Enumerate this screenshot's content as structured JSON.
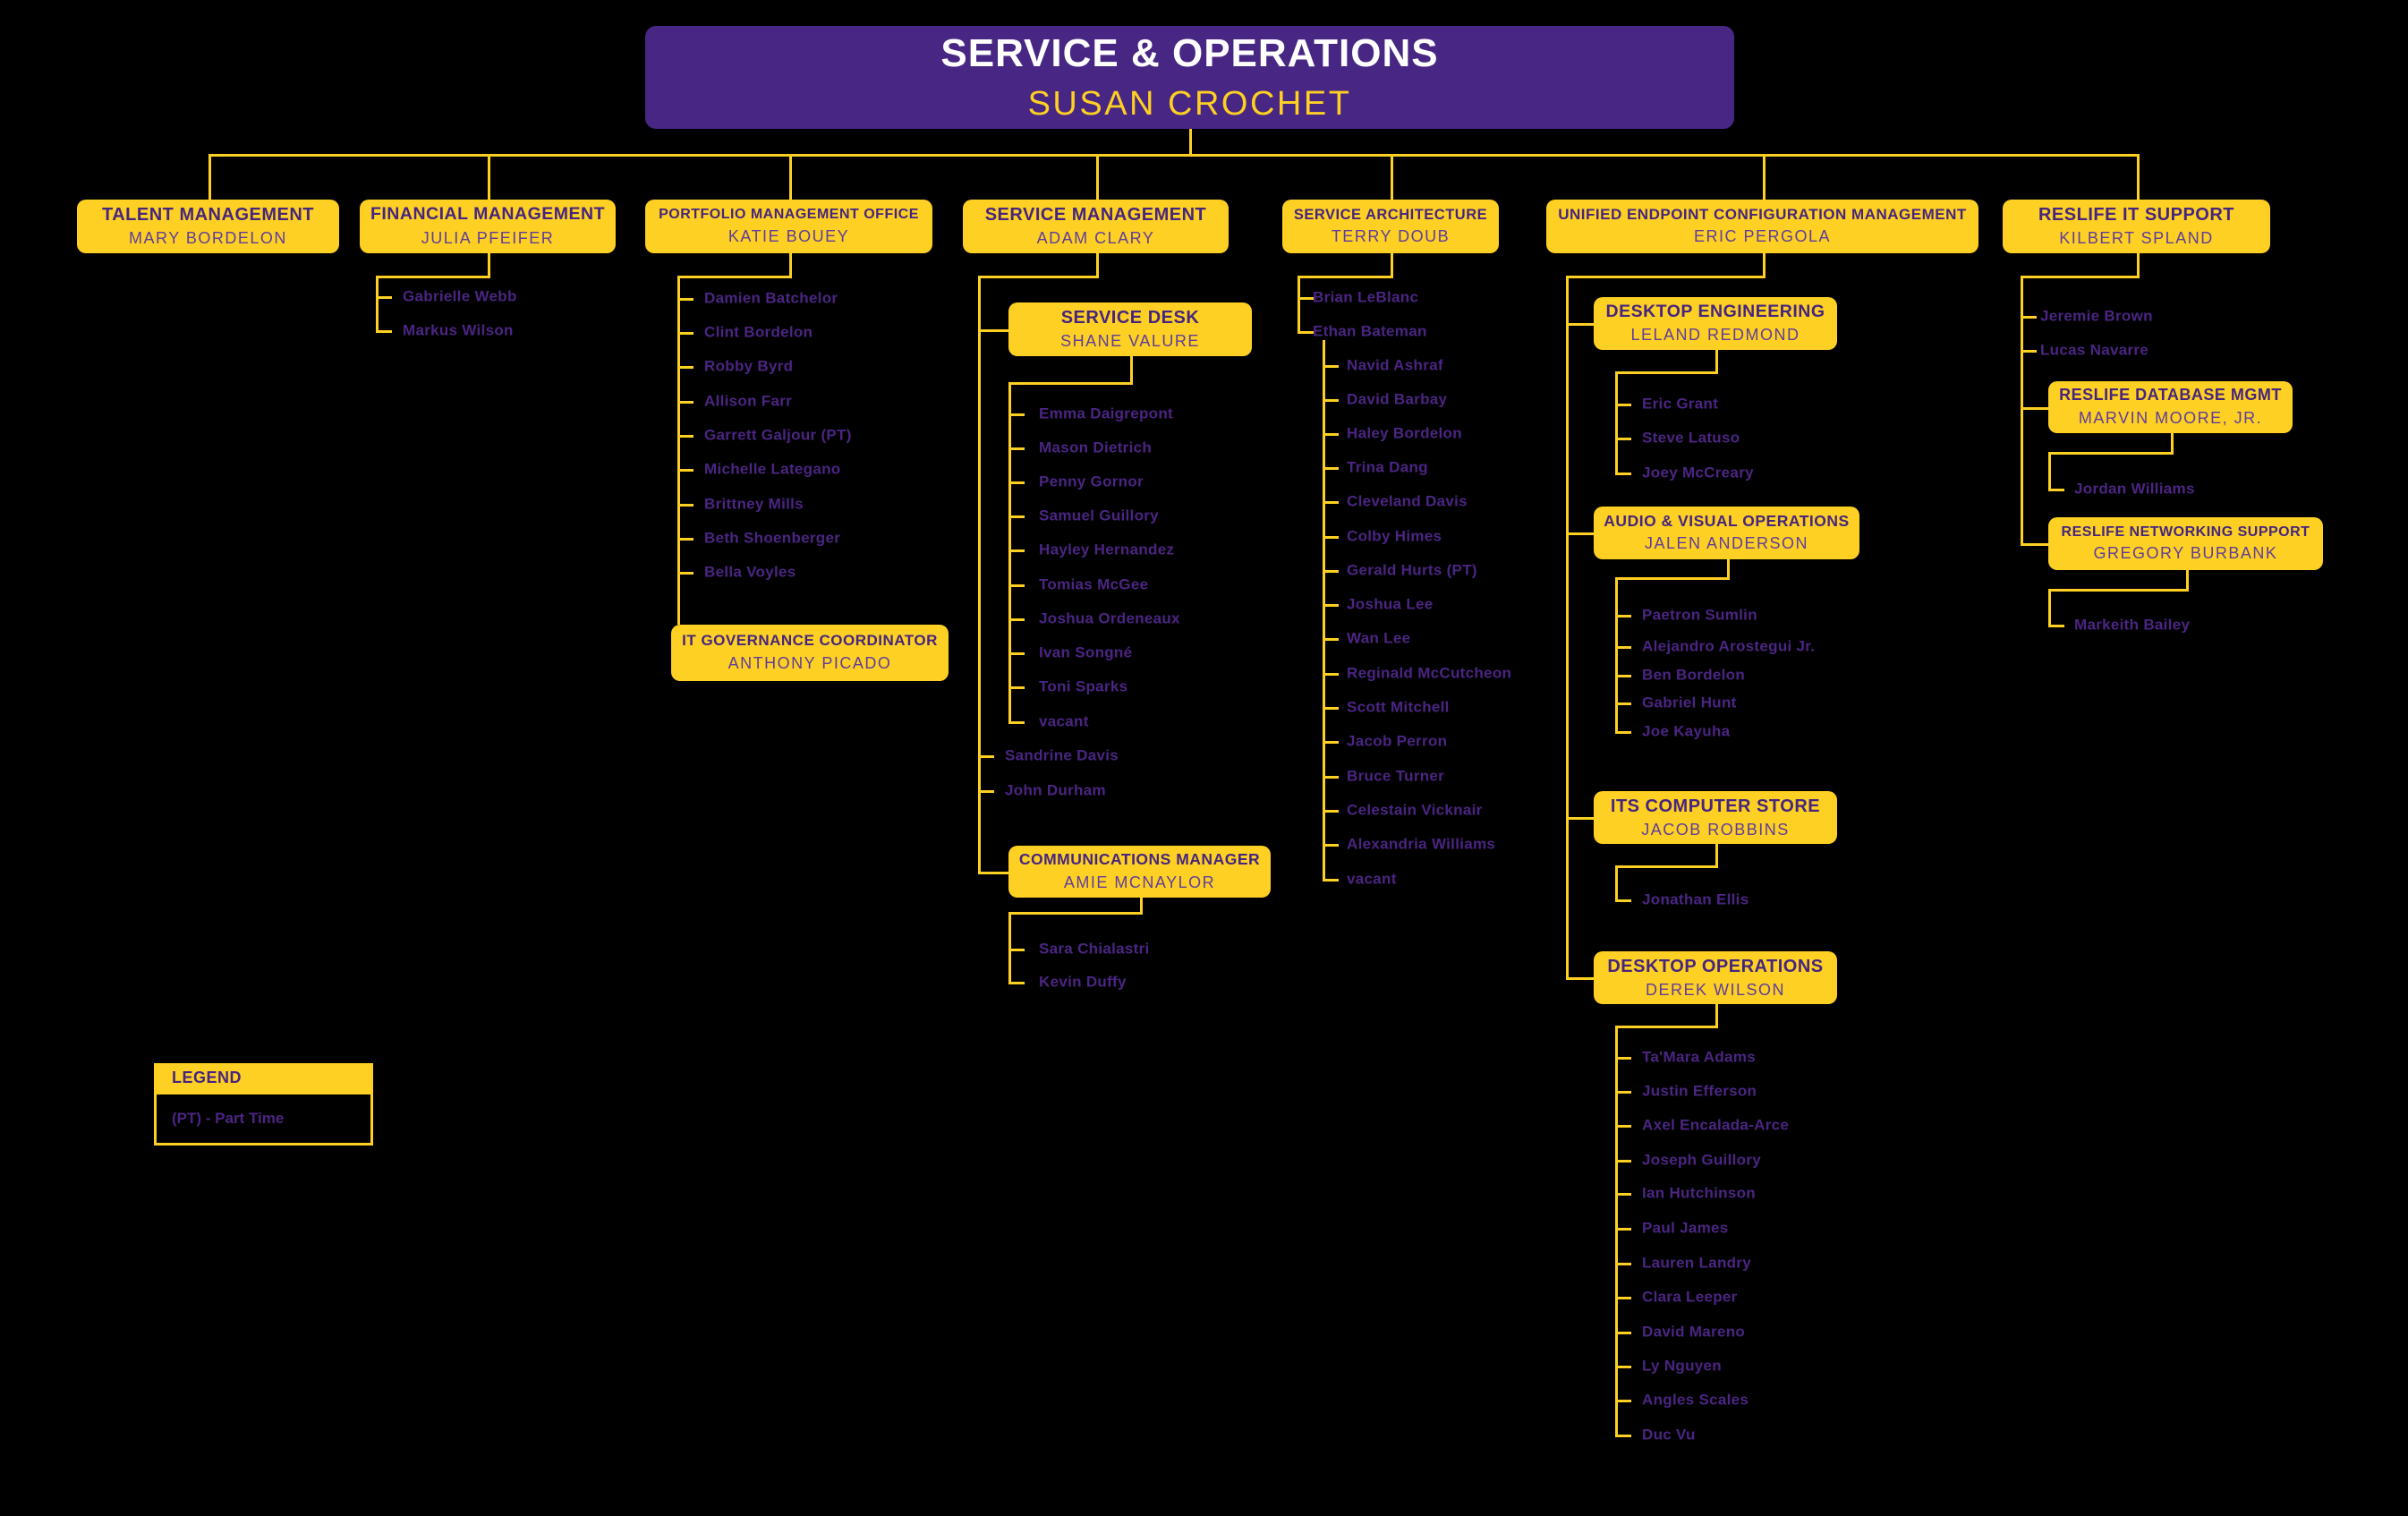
{
  "root": {
    "title": "SERVICE & OPERATIONS",
    "name": "SUSAN CROCHET"
  },
  "legend": {
    "title": "LEGEND",
    "item": "(PT) - Part Time"
  },
  "colors": {
    "background": "#000000",
    "gold": "#FDD023",
    "purple_box": "#482683",
    "box_title_purple": "#46257E",
    "box_name_purple": "#5F3D9C",
    "list_name_purple": "#4B2583",
    "root_title_white": "#FFFFFF"
  },
  "columns": [
    {
      "title": "TALENT MANAGEMENT",
      "name": "MARY BORDELON",
      "children": []
    },
    {
      "title": "FINANCIAL MANAGEMENT",
      "name": "JULIA PFEIFER",
      "children": [
        {
          "label": "Gabrielle Webb"
        },
        {
          "label": "Markus Wilson"
        }
      ]
    },
    {
      "title": "PORTFOLIO MANAGEMENT OFFICE",
      "name": "KATIE BOUEY",
      "children": [
        {
          "label": "Damien Batchelor"
        },
        {
          "label": "Clint Bordelon"
        },
        {
          "label": "Robby Byrd"
        },
        {
          "label": "Allison Farr"
        },
        {
          "label": "Garrett Galjour (PT)"
        },
        {
          "label": "Michelle Lategano"
        },
        {
          "label": "Brittney Mills"
        },
        {
          "label": "Beth Shoenberger"
        },
        {
          "label": "Bella Voyles"
        },
        {
          "title": "IT GOVERNANCE COORDINATOR",
          "name": "ANTHONY PICADO",
          "children": []
        }
      ]
    },
    {
      "title": "SERVICE MANAGEMENT",
      "name": "ADAM CLARY",
      "children": [
        {
          "title": "SERVICE DESK",
          "name": "SHANE VALURE",
          "children": [
            {
              "label": "Emma Daigrepont"
            },
            {
              "label": "Mason Dietrich"
            },
            {
              "label": "Penny Gornor"
            },
            {
              "label": "Samuel Guillory"
            },
            {
              "label": "Hayley Hernandez"
            },
            {
              "label": "Tomias McGee"
            },
            {
              "label": "Joshua Ordeneaux"
            },
            {
              "label": "Ivan Songné"
            },
            {
              "label": "Toni Sparks"
            },
            {
              "label": "vacant"
            }
          ]
        },
        {
          "label": "Sandrine Davis"
        },
        {
          "label": "John Durham"
        },
        {
          "title": "COMMUNICATIONS MANAGER",
          "name": "AMIE MCNAYLOR",
          "children": [
            {
              "label": "Sara Chialastri"
            },
            {
              "label": "Kevin Duffy"
            }
          ]
        }
      ]
    },
    {
      "title": "SERVICE ARCHITECTURE",
      "name": "TERRY DOUB",
      "children": [
        {
          "label": "Brian LeBlanc"
        },
        {
          "label": "Ethan Bateman",
          "children": [
            {
              "label": "Navid Ashraf"
            },
            {
              "label": "David Barbay"
            },
            {
              "label": "Haley Bordelon"
            },
            {
              "label": "Trina Dang"
            },
            {
              "label": "Cleveland Davis"
            },
            {
              "label": "Colby Himes"
            },
            {
              "label": "Gerald Hurts (PT)"
            },
            {
              "label": "Joshua Lee"
            },
            {
              "label": "Wan Lee"
            },
            {
              "label": "Reginald McCutcheon"
            },
            {
              "label": "Scott Mitchell"
            },
            {
              "label": "Jacob Perron"
            },
            {
              "label": "Bruce Turner"
            },
            {
              "label": "Celestain Vicknair"
            },
            {
              "label": "Alexandria Williams"
            },
            {
              "label": "vacant"
            }
          ]
        }
      ]
    },
    {
      "title": "UNIFIED ENDPOINT CONFIGURATION MANAGEMENT",
      "name": "ERIC PERGOLA",
      "children": [
        {
          "title": "DESKTOP ENGINEERING",
          "name": "LELAND REDMOND",
          "children": [
            {
              "label": "Eric Grant"
            },
            {
              "label": "Steve Latuso"
            },
            {
              "label": "Joey McCreary"
            }
          ]
        },
        {
          "title": "AUDIO & VISUAL OPERATIONS",
          "name": "JALEN ANDERSON",
          "children": [
            {
              "label": "Paetron Sumlin"
            },
            {
              "label": "Alejandro Arostegui Jr."
            },
            {
              "label": "Ben Bordelon"
            },
            {
              "label": "Gabriel Hunt"
            },
            {
              "label": "Joe Kayuha"
            }
          ]
        },
        {
          "title": "ITS COMPUTER STORE",
          "name": "JACOB ROBBINS",
          "children": [
            {
              "label": "Jonathan Ellis"
            }
          ]
        },
        {
          "title": "DESKTOP OPERATIONS",
          "name": "DEREK WILSON",
          "children": [
            {
              "label": "Ta'Mara Adams"
            },
            {
              "label": "Justin Efferson"
            },
            {
              "label": "Axel Encalada-Arce"
            },
            {
              "label": "Joseph Guillory"
            },
            {
              "label": "Ian Hutchinson"
            },
            {
              "label": "Paul James"
            },
            {
              "label": "Lauren Landry"
            },
            {
              "label": "Clara Leeper"
            },
            {
              "label": "David Mareno"
            },
            {
              "label": "Ly Nguyen"
            },
            {
              "label": "Angles Scales"
            },
            {
              "label": "Duc Vu"
            }
          ]
        }
      ]
    },
    {
      "title": "RESLIFE IT SUPPORT",
      "name": "KILBERT SPLAND",
      "children": [
        {
          "label": "Jeremie Brown"
        },
        {
          "label": "Lucas Navarre"
        },
        {
          "title": "RESLIFE DATABASE MGMT",
          "name": "MARVIN MOORE, JR.",
          "children": [
            {
              "label": "Jordan Williams"
            }
          ]
        },
        {
          "title": "RESLIFE NETWORKING SUPPORT",
          "name": "GREGORY BURBANK",
          "children": [
            {
              "label": "Markeith Bailey"
            }
          ]
        }
      ]
    }
  ]
}
